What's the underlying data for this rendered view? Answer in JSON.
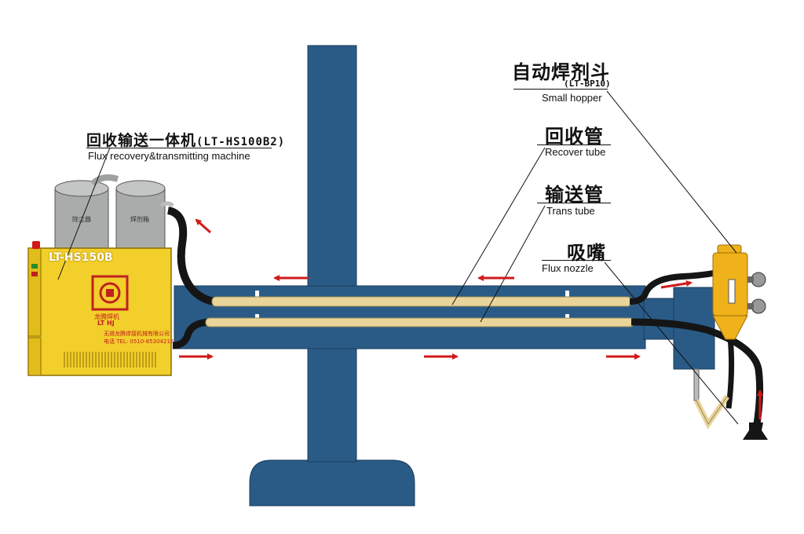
{
  "colors": {
    "column": "#2a5b86",
    "column_edge": "#1b3d5c",
    "machine": "#f2cf2a",
    "machine_dark": "#c9a40f",
    "hose": "#151515",
    "tube": "#e9d49a",
    "arrow": "#d11a1a",
    "tank": "#a9acab",
    "hopper": "#f0b21a"
  },
  "labels": {
    "machine": {
      "zh": "回收输送一体机",
      "code": "(LT-HS100B2)",
      "en": "Flux recovery&transmitting machine"
    },
    "small_hopper": {
      "zh": "自动焊剂斗",
      "code": "(LT-BP10)",
      "en": "Small hopper"
    },
    "recover_tube": {
      "zh": "回收管",
      "en": "Recover tube"
    },
    "trans_tube": {
      "zh": "输送管",
      "en": "Trans tube"
    },
    "nozzle": {
      "zh": "吸嘴",
      "en": "Flux nozzle"
    }
  },
  "machine_panel": {
    "model": "LT-HS150B",
    "brand_zh": "龙腾焊机",
    "brand_en": "LT HJ",
    "company": "无锡龙腾焊接机械有限公司",
    "tel": "电话 TEL: 0510-85304216"
  },
  "tanks": {
    "left": "除尘器",
    "right": "焊剂箱"
  }
}
